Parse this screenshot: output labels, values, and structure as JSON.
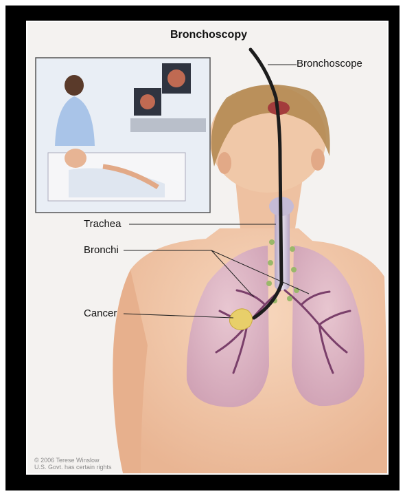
{
  "title": "Bronchoscopy",
  "labels": {
    "bronchoscope": "Bronchoscope",
    "trachea": "Trachea",
    "bronchi": "Bronchi",
    "cancer": "Cancer"
  },
  "credit": {
    "line1": "© 2006 Terese Winslow",
    "line2": "U.S. Govt. has certain rights"
  },
  "colors": {
    "frame": "#000000",
    "background": "#f4f2f0",
    "skin": "#f1c6a6",
    "lung": "#c99ab6",
    "bronchi": "#7a3f6a",
    "tumor": "#e8cf6a",
    "hair": "#b48a52"
  }
}
